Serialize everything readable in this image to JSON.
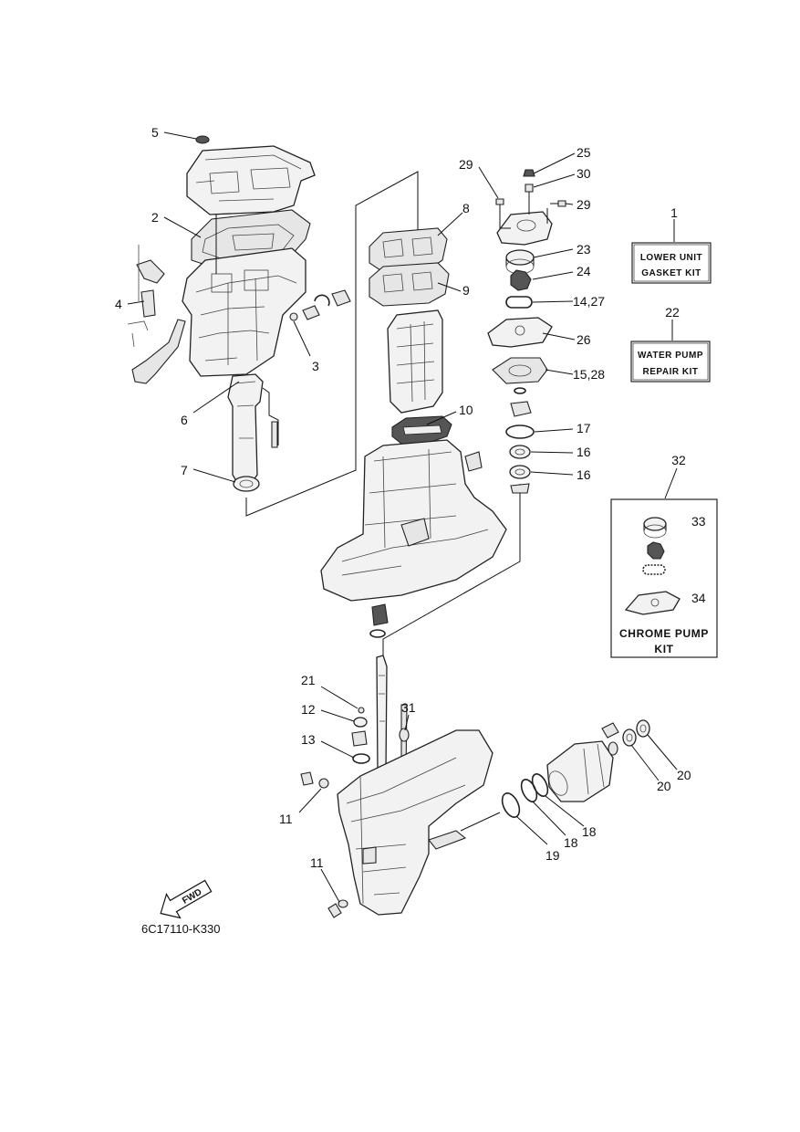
{
  "diagram_code": "6C17110-K330",
  "fwd_label": "FWD",
  "boxes": {
    "lower_unit_gasket_kit": {
      "ref": "1",
      "line1": "LOWER UNIT",
      "line2": "GASKET KIT"
    },
    "water_pump_repair_kit": {
      "ref": "22",
      "line1": "WATER PUMP",
      "line2": "REPAIR KIT"
    },
    "chrome_pump_kit": {
      "ref": "32",
      "line1": "CHROME PUMP",
      "line2": "KIT",
      "items": [
        "33",
        "34"
      ]
    }
  },
  "callouts": {
    "c2": "2",
    "c3": "3",
    "c4": "4",
    "c5": "5",
    "c6": "6",
    "c7": "7",
    "c8": "8",
    "c9": "9",
    "c10": "10",
    "c11a": "11",
    "c11b": "11",
    "c12": "12",
    "c13": "13",
    "c14_27": "14,27",
    "c15_28": "15,28",
    "c16a": "16",
    "c16b": "16",
    "c17": "17",
    "c18a": "18",
    "c18b": "18",
    "c19": "19",
    "c20a": "20",
    "c20b": "20",
    "c21": "21",
    "c23": "23",
    "c24": "24",
    "c25": "25",
    "c26": "26",
    "c29a": "29",
    "c29b": "29",
    "c30": "30",
    "c31": "31"
  }
}
